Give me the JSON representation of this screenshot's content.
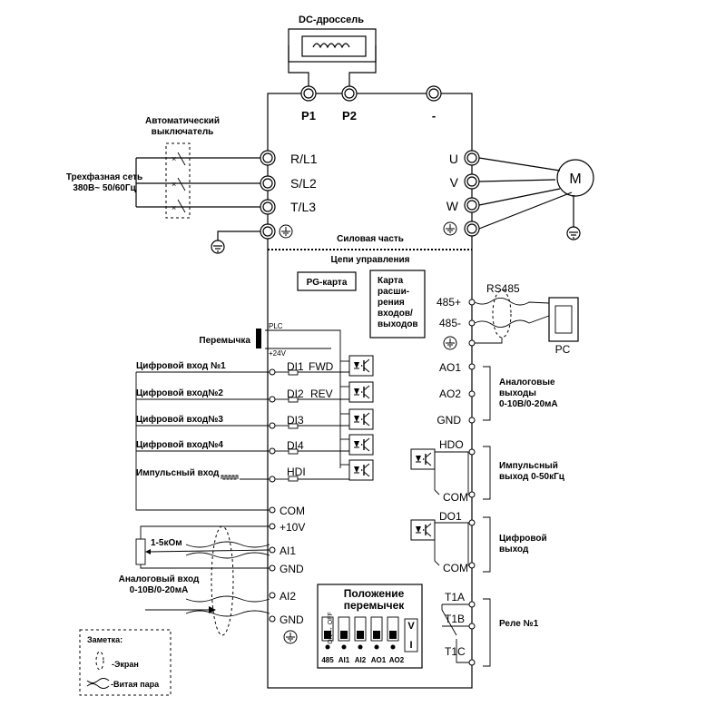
{
  "title": "DC-дроссель",
  "power": {
    "dc_terminals": [
      "P1",
      "P2",
      "-"
    ],
    "input_terminals": [
      "R/L1",
      "S/L2",
      "T/L3"
    ],
    "output_terminals": [
      "U",
      "V",
      "W"
    ],
    "breaker_label": [
      "Автоматический",
      "выключатель"
    ],
    "mains_label": [
      "Трехфазная сеть",
      "380В~ 50/60Гц"
    ],
    "motor_label": "M",
    "section_label": "Силовая часть"
  },
  "control": {
    "section_label": "Цепи управления",
    "pg_card": "PG-карта",
    "io_card": [
      "Карта",
      "расши-",
      "рения",
      "входов/",
      "выходов"
    ],
    "jumper_label": "Перемычка",
    "plc_label": "PLC",
    "v24_label": "+24V",
    "digital_inputs": [
      {
        "label": "Цифровой вход №1",
        "terminal": "DI1",
        "func": "FWD"
      },
      {
        "label": "Цифровой вход№2",
        "terminal": "DI2",
        "func": "REV"
      },
      {
        "label": "Цифровой вход№3",
        "terminal": "DI3",
        "func": ""
      },
      {
        "label": "Цифровой вход№4",
        "terminal": "DI4",
        "func": ""
      }
    ],
    "pulse_input": {
      "label": "Импульсный вход",
      "terminal": "HDI"
    },
    "left_terminals": [
      "COM",
      "+10V",
      "AI1",
      "GND",
      "AI2",
      "GND"
    ],
    "pot_label": "1-5кОм",
    "analog_in_label": [
      "Аналоговый вход",
      "0-10В/0-20мА"
    ]
  },
  "right": {
    "rs485_label": "RS485",
    "rs485_terminals": [
      "485+",
      "485-"
    ],
    "pc_label": "PC",
    "ao_terminals": [
      "AO1",
      "AO2",
      "GND"
    ],
    "ao_label": [
      "Аналоговые",
      "выходы",
      "0-10В/0-20мА"
    ],
    "hdo_terminals": [
      "HDO",
      "COM"
    ],
    "hdo_label": [
      "Импульсный",
      "выход 0-50кГц"
    ],
    "do_terminals": [
      "DO1",
      "COM"
    ],
    "do_label": [
      "Цифровой",
      "выход"
    ],
    "relay_terminals": [
      "T1A",
      "T1B",
      "T1C"
    ],
    "relay_label": "Реле №1"
  },
  "jumpers": {
    "title": [
      "Положение",
      "перемычек"
    ],
    "on_off": "ON ↔ OFF",
    "labels": [
      "485",
      "AI1",
      "AI2",
      "AO1",
      "AO2"
    ],
    "vi": [
      "V",
      "I"
    ]
  },
  "note": {
    "title": "Заметка:",
    "screen": "-Экран",
    "twisted": "-Витая пара"
  }
}
